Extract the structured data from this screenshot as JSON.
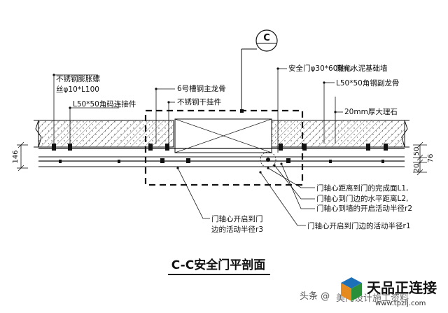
{
  "title": "C-C安全门平剖面",
  "section_mark": "C",
  "labels": {
    "bolt_line1": "不锈钢膨胀螺",
    "bolt_line2": "丝φ10*L100",
    "angle_connector": "L50*50角码连接件",
    "channel_keel": "6号槽钢主龙骨",
    "hanger": "不锈钢干挂件",
    "pin": "安全门φ30*60轴心",
    "wall": "原有水泥基础墙",
    "secondary_keel": "L50*50角钢副龙骨",
    "marble": "20mm厚大理石",
    "door_l1": "门轴心距离到门的完成面L1,",
    "door_l2": "门轴心到门边的水平距离L2,",
    "door_r2": "门轴心到墙的开启活动半径r2",
    "door_r1": "门轴心开启到门边的活动半径r1",
    "door_r3_line1": "门轴心开启到门",
    "door_r3_line2": "边的活动半径r3"
  },
  "dimensions": {
    "left": "146",
    "right_a": "50",
    "right_b": "20",
    "right_c": "76"
  },
  "watermark": {
    "source": "头条 @",
    "overlay": "美门设计施工资料",
    "brand": "天品正连接",
    "url": "www.tpzlj.com"
  },
  "colors": {
    "line": "#111111",
    "hatch": "#555555",
    "background": "#ffffff",
    "logo_blue": "#1d6fb8",
    "logo_orange": "#e58a1f"
  }
}
